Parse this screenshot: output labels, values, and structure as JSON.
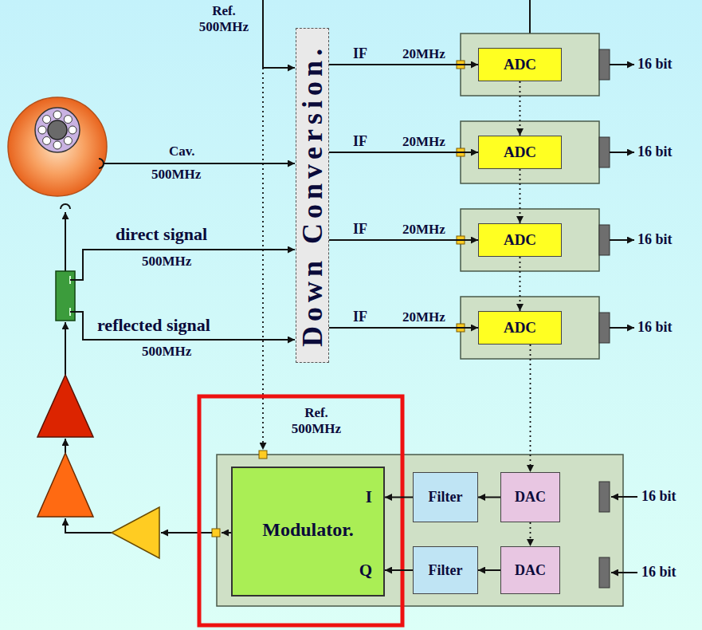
{
  "diagram": {
    "nodes": [
      {
        "text": [
          "Down Conversion."
        ]
      },
      {
        "text": [
          "ADC"
        ]
      },
      {
        "text": [
          "ADC"
        ]
      },
      {
        "text": [
          "ADC"
        ]
      },
      {
        "text": [
          "ADC"
        ]
      },
      {
        "text": [
          "I",
          "Modulator.",
          "Q"
        ]
      },
      {
        "text": [
          "Filter"
        ]
      },
      {
        "text": [
          "DAC"
        ]
      },
      {
        "text": [
          "Filter"
        ]
      },
      {
        "text": [
          "DAC"
        ]
      }
    ],
    "edges": [
      {
        "from": 0,
        "to": 1,
        "label": "IF",
        "arrow": "to"
      },
      {
        "from": 0,
        "to": 2,
        "label": "IF",
        "arrow": "to"
      },
      {
        "from": 0,
        "to": 3,
        "label": "IF",
        "arrow": "to"
      },
      {
        "from": 0,
        "to": 4,
        "label": "IF",
        "arrow": "to"
      },
      {
        "from": 1,
        "to": 2,
        "arrow": "to"
      },
      {
        "from": 2,
        "to": 3,
        "arrow": "to"
      },
      {
        "from": 3,
        "to": 4,
        "arrow": "to"
      },
      {
        "from": 4,
        "to": 7,
        "arrow": "to"
      },
      {
        "from": 7,
        "to": 9,
        "arrow": "to"
      },
      {
        "from": 7,
        "to": 6,
        "arrow": "to"
      },
      {
        "from": 6,
        "to": 5,
        "arrow": "to"
      },
      {
        "from": 9,
        "to": 8,
        "arrow": "to"
      },
      {
        "from": 8,
        "to": 5,
        "arrow": "to"
      }
    ],
    "labels": [
      "Ref. 500MHz",
      "20MHz",
      "16 bit",
      "Cav.",
      "500MHz",
      "20MHz",
      "16 bit",
      "direct signal",
      "500MHz",
      "20MHz",
      "16 bit",
      "reflected signal",
      "500MHz",
      "20MHz",
      "16 bit",
      "Ref. 500MHz",
      "16 bit",
      "16 bit"
    ]
  }
}
